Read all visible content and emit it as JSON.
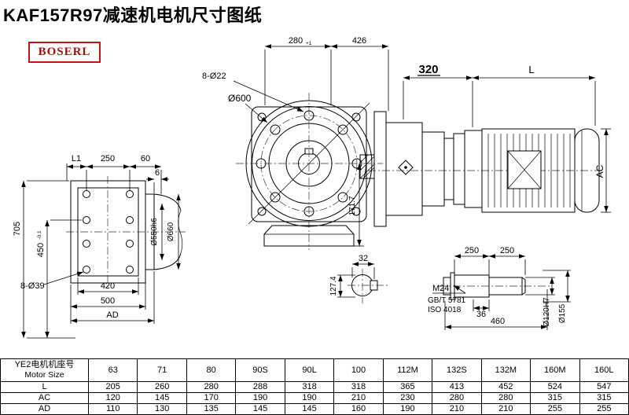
{
  "page": {
    "title": "KAF157R97减速机电机尺寸图纸",
    "logo": "BOSERL"
  },
  "drawing": {
    "front": {
      "l1": "L1",
      "d250": "250",
      "d60": "60",
      "d6": "6",
      "d705": "705",
      "d450": "450",
      "d450_tol": "-0.1",
      "d420": "420",
      "d500": "500",
      "ad": "AD",
      "holes": "8-Ø39",
      "d550": "Ø550h6",
      "d660": "Ø660"
    },
    "flange": {
      "d280": "280",
      "d280_tol": "+1",
      "d426": "426",
      "holes": "8-Ø22",
      "d600": "Ø600",
      "d171": "171.7"
    },
    "side": {
      "d320": "320",
      "L": "L",
      "AC": "AC"
    },
    "section": {
      "d32": "32",
      "d127": "127.4"
    },
    "shaft": {
      "d250a": "250",
      "d250b": "250",
      "m24": "M24",
      "gbt": "GB/T 5781",
      "iso": "ISO 4018",
      "d36": "36",
      "d460": "460",
      "d120": "Ø120H7",
      "d155": "Ø155"
    }
  },
  "table": {
    "header_line1": "YE2电机机座号",
    "header_line2": "Motor Size",
    "sizes": [
      "63",
      "71",
      "80",
      "90S",
      "90L",
      "100",
      "112M",
      "132S",
      "132M",
      "160M",
      "160L"
    ],
    "rows": [
      {
        "label": "L",
        "values": [
          "205",
          "260",
          "280",
          "288",
          "318",
          "318",
          "365",
          "413",
          "452",
          "524",
          "547"
        ]
      },
      {
        "label": "AC",
        "values": [
          "120",
          "145",
          "170",
          "190",
          "190",
          "210",
          "230",
          "280",
          "280",
          "315",
          "315"
        ]
      },
      {
        "label": "AD",
        "values": [
          "110",
          "130",
          "135",
          "145",
          "145",
          "160",
          "190",
          "210",
          "210",
          "255",
          "255"
        ]
      }
    ]
  },
  "colors": {
    "line": "#000000",
    "logo_red": "#c41111"
  }
}
